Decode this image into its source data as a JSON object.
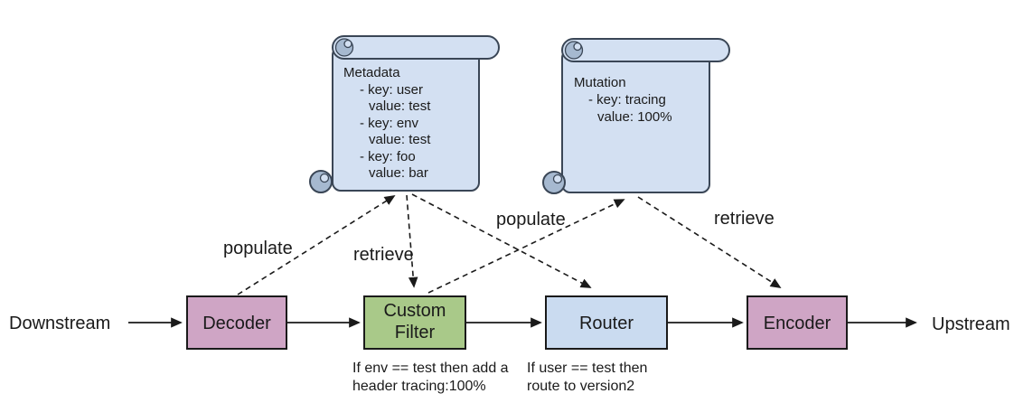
{
  "colors": {
    "node_pink": "#cfa5c5",
    "node_green": "#a9c989",
    "node_blue": "#cadbf0",
    "scroll_fill": "#d3e0f2",
    "scroll_curl": "#a6b9d0"
  },
  "flow": {
    "downstream_label": "Downstream",
    "upstream_label": "Upstream",
    "decoder_label": "Decoder",
    "custom_filter_label_line1": "Custom",
    "custom_filter_label_line2": "Filter",
    "router_label": "Router",
    "encoder_label": "Encoder"
  },
  "captions": {
    "custom_filter_line1": "If env == test then add a",
    "custom_filter_line2": "header tracing:100%",
    "router_line1": "If user == test then",
    "router_line2": "route to version2"
  },
  "scrolls": {
    "metadata": {
      "title": "Metadata",
      "lines": [
        "- key: user",
        "value: test",
        "- key: env",
        "value: test",
        "- key: foo",
        "value: bar"
      ]
    },
    "mutation": {
      "title": "Mutation",
      "lines": [
        "- key: tracing",
        "value: 100%"
      ]
    }
  },
  "connector_labels": {
    "populate_decoder_to_metadata": "populate",
    "retrieve_metadata_to_custom_filter": "retrieve",
    "populate_custom_filter_to_mutation": "populate",
    "retrieve_mutation_to_encoder": "retrieve"
  }
}
